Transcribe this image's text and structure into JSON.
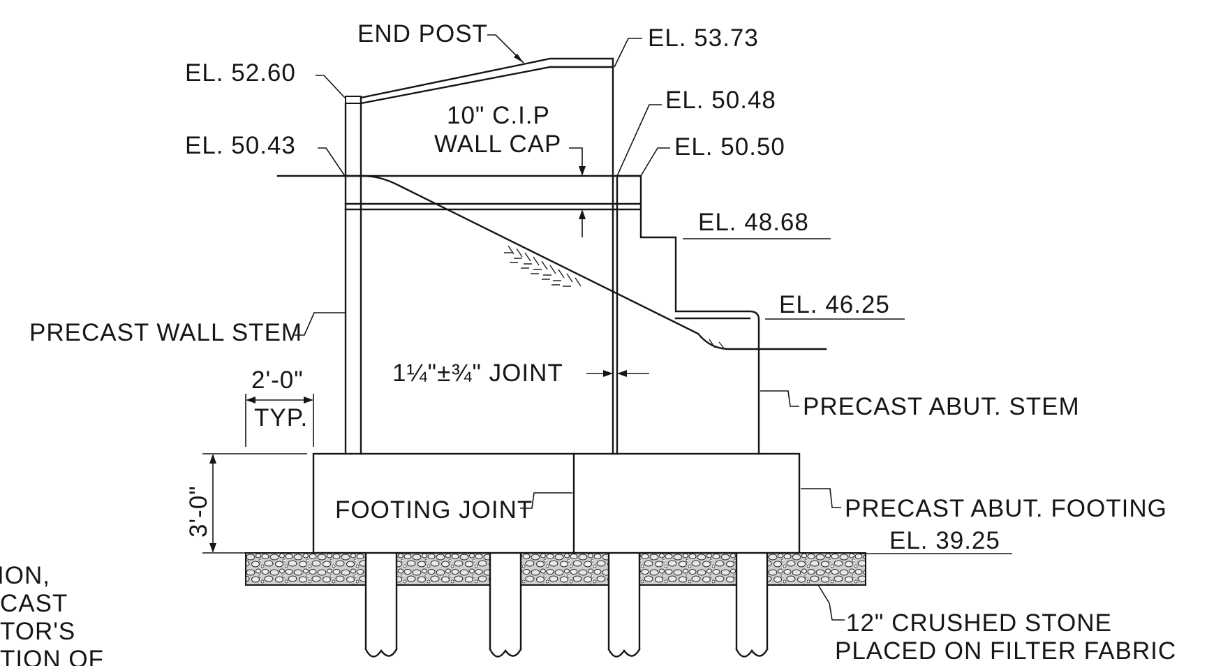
{
  "labels": {
    "end_post": "END POST",
    "el_53_73": "EL. 53.73",
    "el_52_60": "EL. 52.60",
    "el_50_48": "EL. 50.48",
    "cip_line1": "10\" C.I.P",
    "cip_line2": "WALL CAP",
    "el_50_43": "EL. 50.43",
    "el_50_50": "EL. 50.50",
    "el_48_68": "EL. 48.68",
    "el_46_25": "EL. 46.25",
    "precast_wall_stem": "PRECAST WALL STEM",
    "joint": "1¼\"±¾\" JOINT",
    "dim_2ft": "2'-0\"",
    "typ": "TYP.",
    "precast_abut_stem": "PRECAST ABUT. STEM",
    "dim_3ft": "3'-0\"",
    "footing_joint": "FOOTING JOINT",
    "precast_abut_footing": "PRECAST ABUT. FOOTING",
    "el_39_25": "EL. 39.25",
    "crushed_stone_1": "12\" CRUSHED STONE",
    "crushed_stone_2": "PLACED ON FILTER FABRIC",
    "note_1": "ION,",
    "note_2": "CAST",
    "note_3": "TOR'S",
    "note_4": "TION OF"
  }
}
